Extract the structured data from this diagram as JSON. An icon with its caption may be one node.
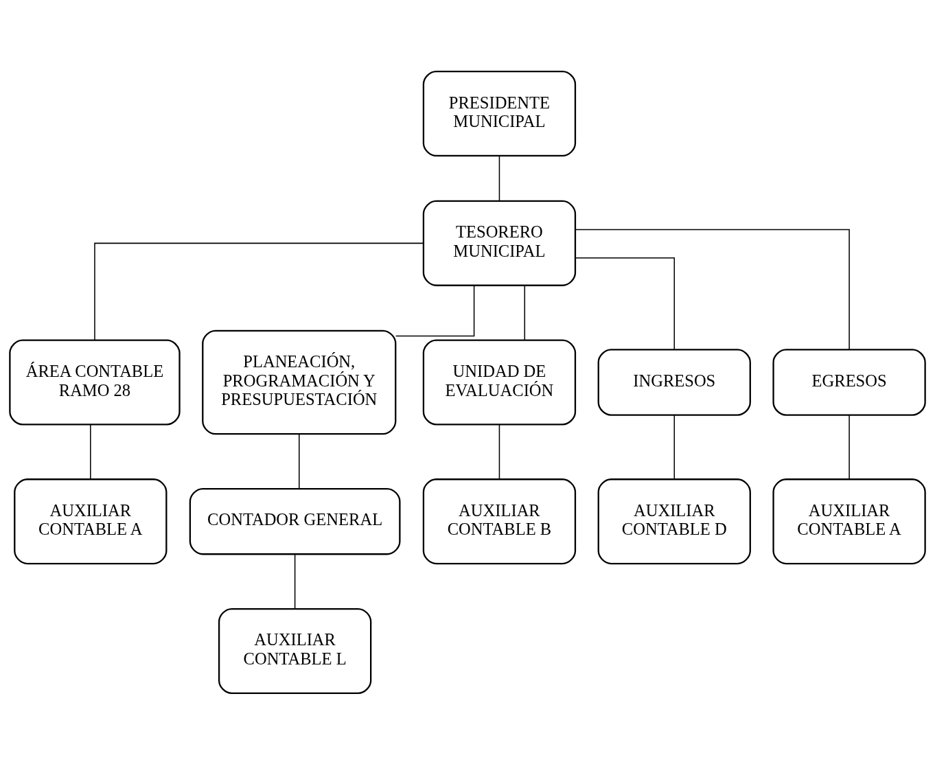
{
  "diagram": {
    "nodes": [
      {
        "text": [
          "PRESIDENTE MUNICIPAL"
        ]
      },
      {
        "text": [
          "TESORERO MUNICIPAL"
        ]
      },
      {
        "text": [
          "ÁREA CONTABLE RAMO 28"
        ]
      },
      {
        "text": [
          "PLANEACIÓN, PROGRAMACIÓN Y PRESUPUESTACIÓN"
        ]
      },
      {
        "text": [
          "UNIDAD DE EVALUACIÓN"
        ]
      },
      {
        "text": [
          "INGRESOS"
        ]
      },
      {
        "text": [
          "EGRESOS"
        ]
      },
      {
        "text": [
          "AUXILIAR CONTABLE A"
        ]
      },
      {
        "text": [
          "CONTADOR GENERAL"
        ]
      },
      {
        "text": [
          "AUXILIAR CONTABLE L"
        ]
      },
      {
        "text": [
          "AUXILIAR CONTABLE B"
        ]
      },
      {
        "text": [
          "AUXILIAR CONTABLE D"
        ]
      },
      {
        "text": [
          "AUXILIAR CONTABLE A"
        ]
      }
    ],
    "edges": [
      {
        "from": 0,
        "to": 1,
        "arrow": "none"
      },
      {
        "from": 1,
        "to": 2,
        "arrow": "none"
      },
      {
        "from": 1,
        "to": 3,
        "arrow": "none"
      },
      {
        "from": 1,
        "to": 4,
        "arrow": "none"
      },
      {
        "from": 1,
        "to": 5,
        "arrow": "none"
      },
      {
        "from": 1,
        "to": 6,
        "arrow": "none"
      },
      {
        "from": 2,
        "to": 7,
        "arrow": "none"
      },
      {
        "from": 3,
        "to": 8,
        "arrow": "none"
      },
      {
        "from": 8,
        "to": 9,
        "arrow": "none"
      },
      {
        "from": 4,
        "to": 10,
        "arrow": "none"
      },
      {
        "from": 5,
        "to": 11,
        "arrow": "none"
      },
      {
        "from": 6,
        "to": 12,
        "arrow": "none"
      }
    ]
  }
}
